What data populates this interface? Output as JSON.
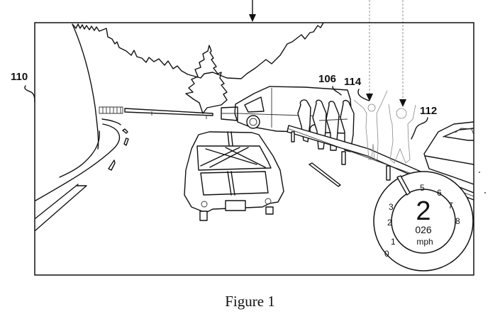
{
  "figure": {
    "caption": "Figure 1",
    "reference_labels": {
      "screen": "110",
      "group": "106",
      "spectator_female": "114",
      "spectator_male": "112"
    }
  },
  "hud": {
    "speedometer": {
      "gear": "2",
      "speed": "026",
      "unit": "mph",
      "scale_labels": [
        "0",
        "1",
        "2",
        "3",
        "5",
        "6",
        "7",
        "8"
      ]
    }
  },
  "colors": {
    "ink": "#111111",
    "background": "#ffffff"
  }
}
